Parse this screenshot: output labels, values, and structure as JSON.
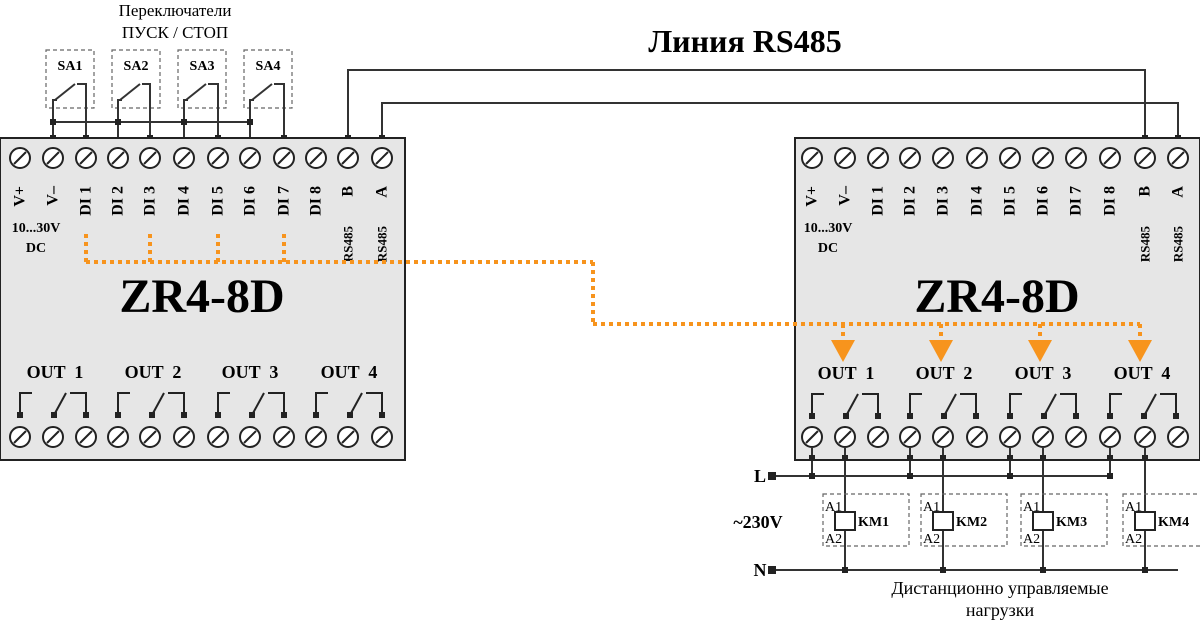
{
  "switches": {
    "caption_line1": "Переключатели",
    "caption_line2": "ПУСК / СТОП",
    "items": [
      "SA1",
      "SA2",
      "SA3",
      "SA4"
    ]
  },
  "bus_title": "Линия RS485",
  "modules": [
    {
      "model": "ZR4-8D",
      "top_terminals": [
        "V+",
        "V–",
        "DI 1",
        "DI 2",
        "DI 3",
        "DI 4",
        "DI 5",
        "DI 6",
        "DI 7",
        "DI 8",
        "B",
        "A"
      ],
      "rs485_prefix": "RS485",
      "supply_range": "10...30V",
      "supply_type": "DC",
      "outputs": [
        "OUT  1",
        "OUT  2",
        "OUT  3",
        "OUT  4"
      ]
    },
    {
      "model": "ZR4-8D",
      "top_terminals": [
        "V+",
        "V–",
        "DI 1",
        "DI 2",
        "DI 3",
        "DI 4",
        "DI 5",
        "DI 6",
        "DI 7",
        "DI 8",
        "B",
        "A"
      ],
      "rs485_prefix": "RS485",
      "supply_range": "10...30V",
      "supply_type": "DC",
      "outputs": [
        "OUT  1",
        "OUT  2",
        "OUT  3",
        "OUT  4"
      ]
    }
  ],
  "power": {
    "line": "L",
    "neutral": "N",
    "voltage": "~230V"
  },
  "contactors": [
    {
      "name": "KM1",
      "a1": "A1",
      "a2": "A2"
    },
    {
      "name": "KM2",
      "a1": "A1",
      "a2": "A2"
    },
    {
      "name": "KM3",
      "a1": "A1",
      "a2": "A2"
    },
    {
      "name": "KM4",
      "a1": "A1",
      "a2": "A2"
    }
  ],
  "loads_caption_line1": "Дистанционно управляемые",
  "loads_caption_line2": "нагрузки",
  "colors": {
    "signal_flow": "#f7941d",
    "module_fill": "#e6e6e6",
    "wire": "#333333"
  }
}
